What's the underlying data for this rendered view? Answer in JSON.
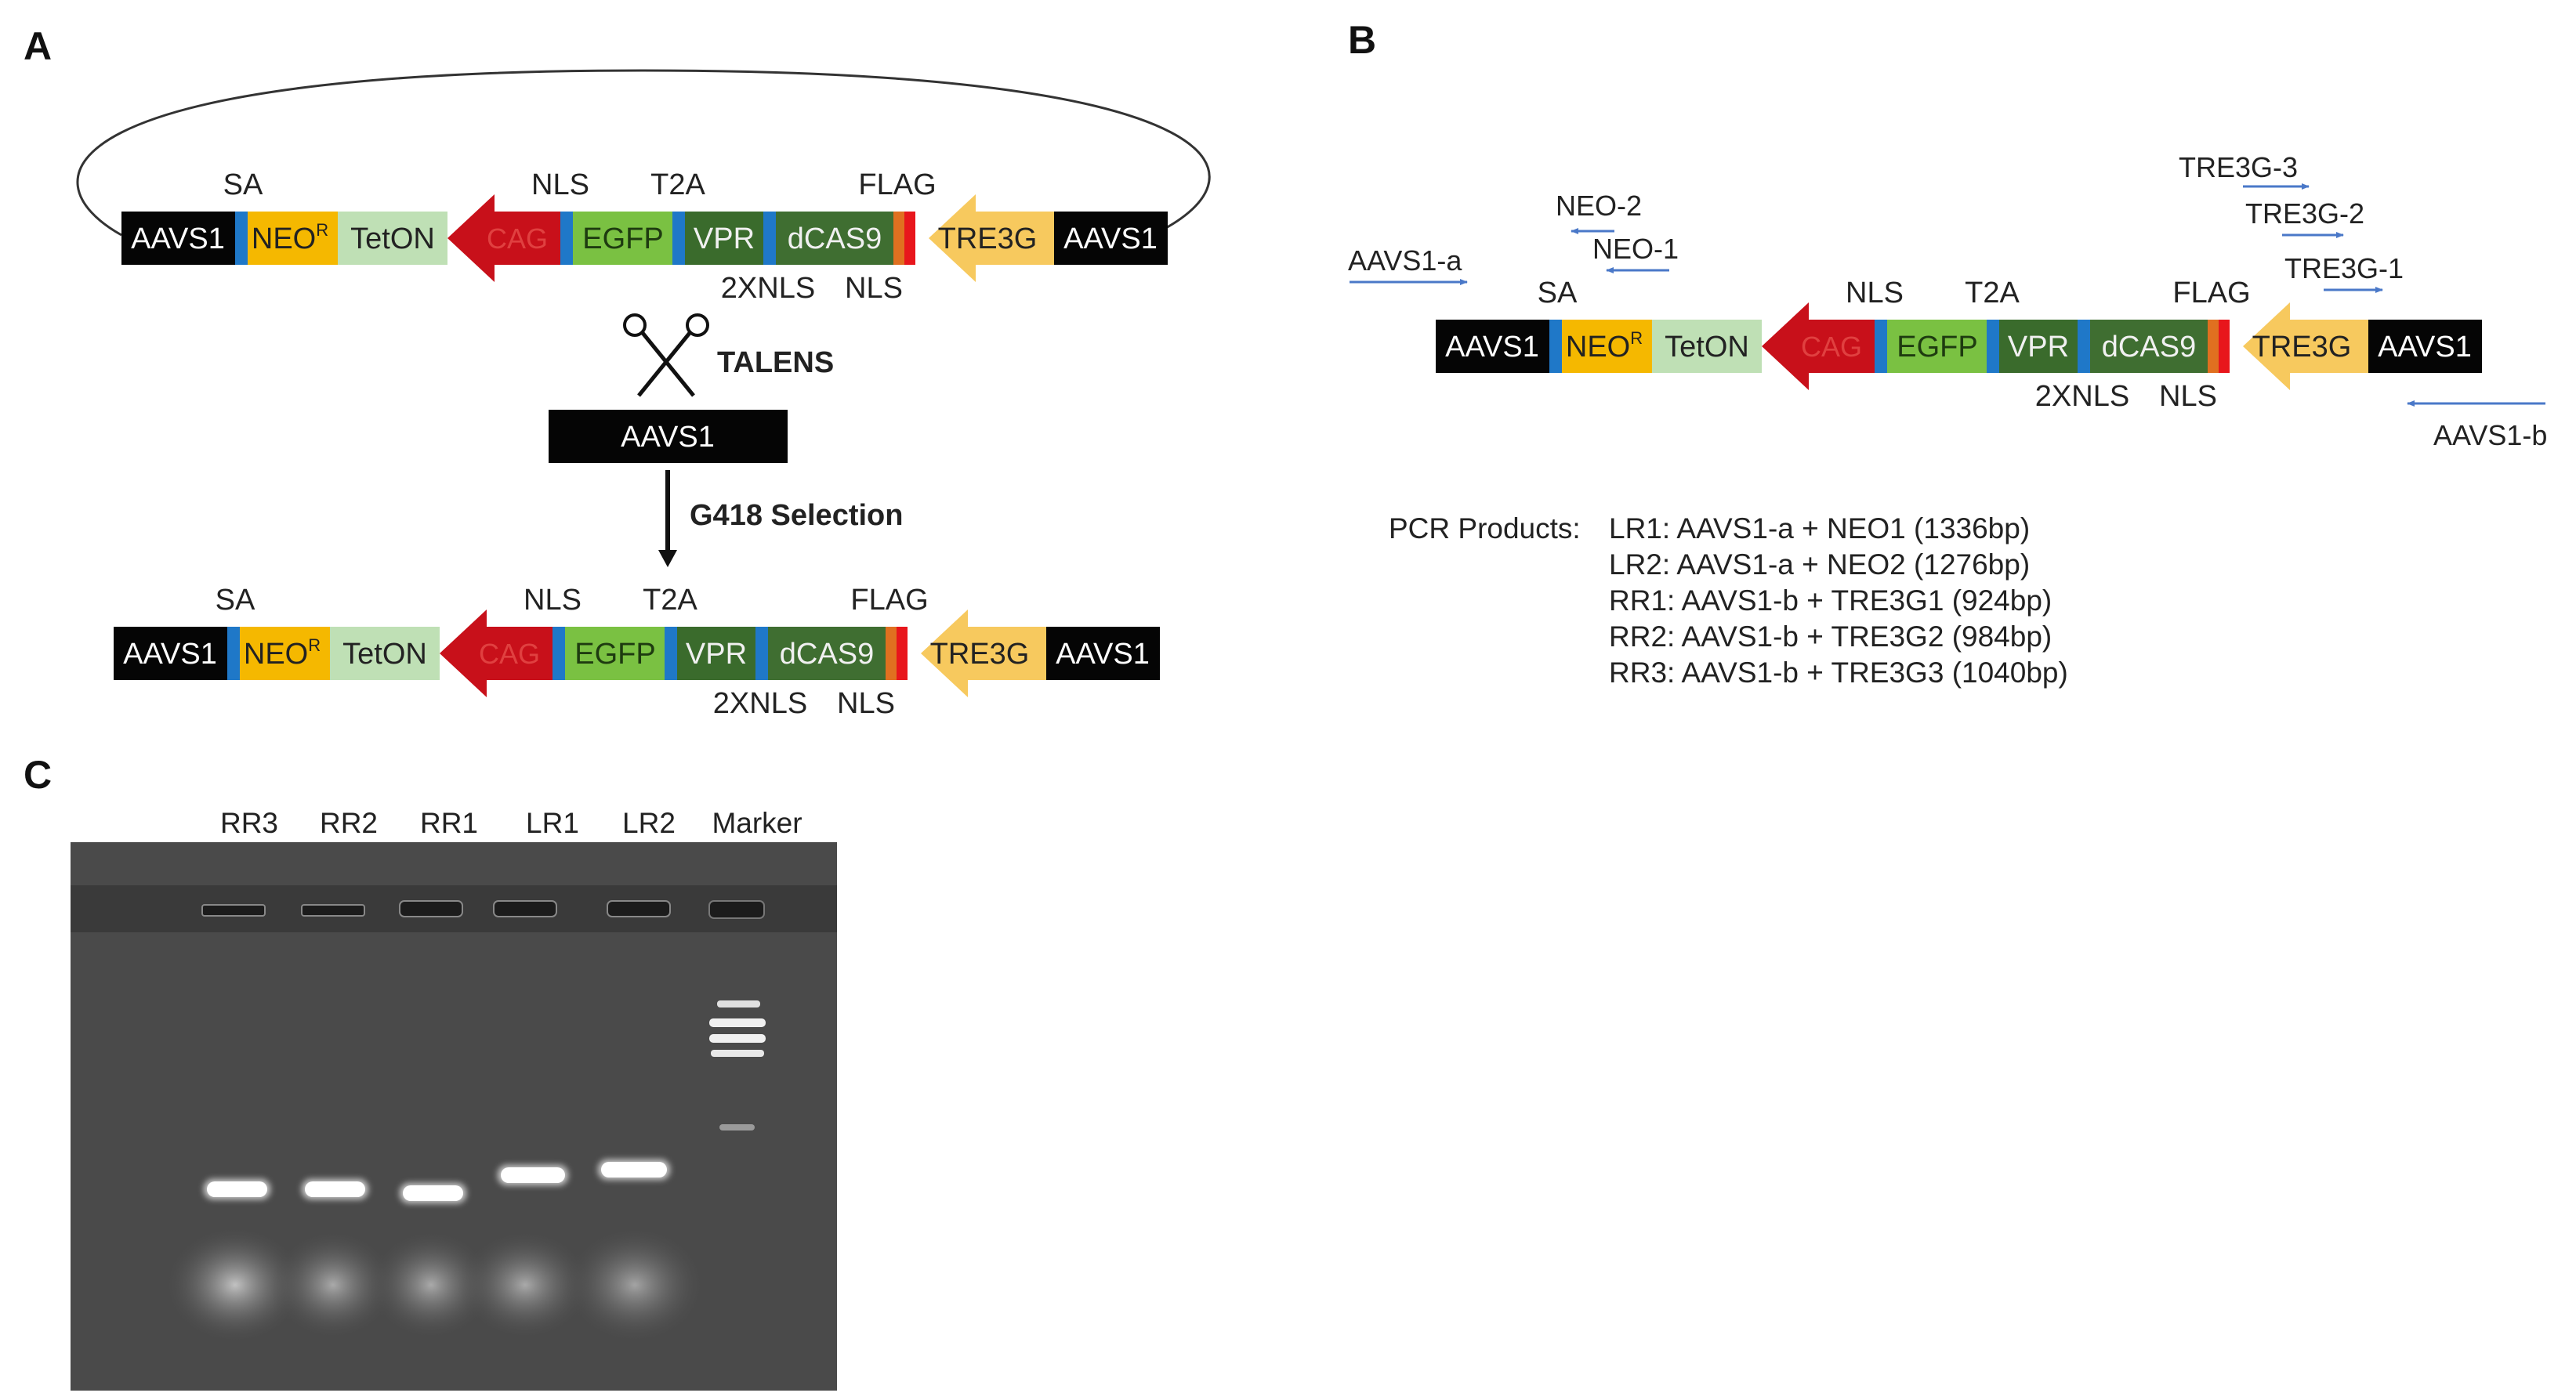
{
  "panels": {
    "a": "A",
    "b": "B",
    "c": "C"
  },
  "elements": {
    "aavs1": "AAVS1",
    "neo": "NEO",
    "neo_sup": "R",
    "teton": "TetON",
    "cag": "CAG",
    "egfp": "EGFP",
    "vpr": "VPR",
    "dcas9": "dCAS9",
    "tre3g": "TRE3G"
  },
  "labels": {
    "sa": "SA",
    "nls": "NLS",
    "t2a": "T2A",
    "flag": "FLAG",
    "two_xnls": "2XNLS"
  },
  "process": {
    "talens": "TALENS",
    "locus": "AAVS1",
    "selection": "G418 Selection"
  },
  "primers": {
    "aavs1_a": "AAVS1-a",
    "aavs1_b": "AAVS1-b",
    "neo_1": "NEO-1",
    "neo_2": "NEO-2",
    "tre3g_1": "TRE3G-1",
    "tre3g_2": "TRE3G-2",
    "tre3g_3": "TRE3G-3"
  },
  "pcr": {
    "heading": "PCR Products:",
    "products": [
      "LR1: AAVS1-a + NEO1 (1336bp)",
      "LR2: AAVS1-a + NEO2 (1276bp)",
      "RR1: AAVS1-b + TRE3G1 (924bp)",
      "RR2: AAVS1-b + TRE3G2 (984bp)",
      "RR3: AAVS1-b + TRE3G3 (1040bp)"
    ]
  },
  "gel": {
    "lanes": [
      "RR3",
      "RR2",
      "RR1",
      "LR1",
      "LR2",
      "Marker"
    ]
  },
  "colors": {
    "aavs1": "#050505",
    "neo": "#f5b800",
    "teton": "#bfe0b5",
    "cag": "#c8101a",
    "egfp": "#7ac142",
    "vpr": "#3a6b2c",
    "dcas9": "#3f6e31",
    "nls_bar": "#1f78c8",
    "flag_orange": "#e07020",
    "flag_red": "#e8161c",
    "tre3g": "#f7c95e",
    "primer": "#4a78c8",
    "gel_bg": "#4a4a4a"
  }
}
